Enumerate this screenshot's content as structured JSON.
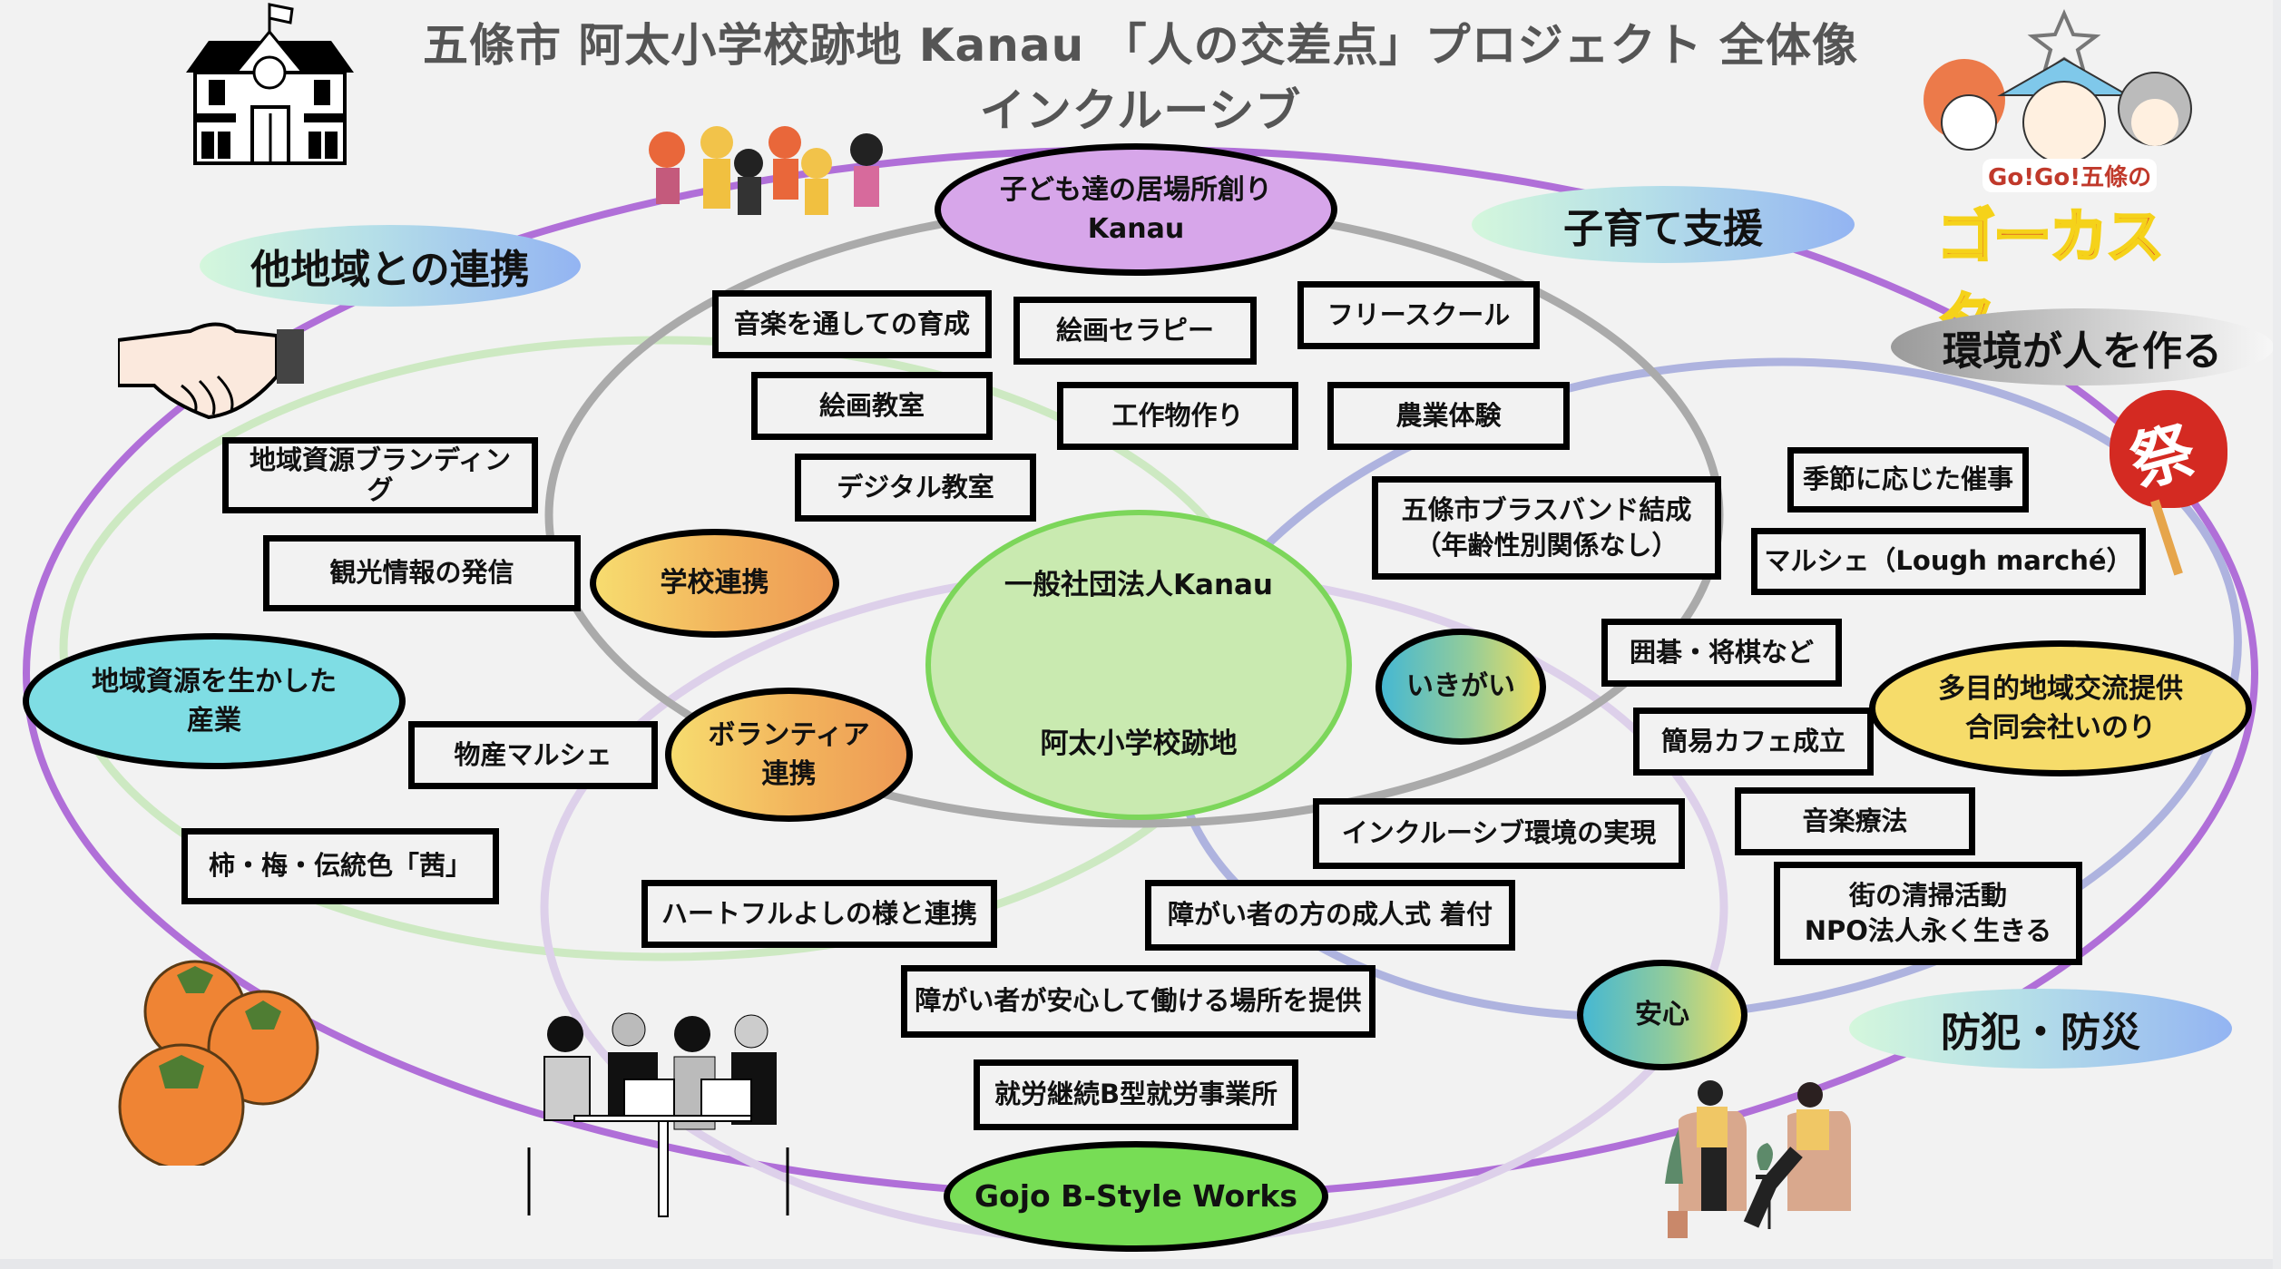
{
  "title": {
    "line1": "五條市 阿太小学校跡地 Kanau 「人の交差点」プロジェクト 全体像",
    "line2": "インクルーシブ"
  },
  "colors": {
    "background": "#f2f2f2",
    "outer_ring": "#b06fd8",
    "gray_ring": "#aaaaaa",
    "green_ring": "#cde9c2",
    "blue_ring": "#aeb3df",
    "lavender_ring": "#ddd0ea",
    "center_fill": "#c9eab0",
    "center_border": "#7cd65a",
    "kodomo_fill": "#d7a6ea",
    "industry_fill": "#7fdde4",
    "iori_fill": "#f6dc6a",
    "gojo_fill": "#77dd55"
  },
  "center": {
    "line1": "一般社団法人Kanau",
    "line2": "阿太小学校跡地"
  },
  "themes": {
    "other_regions": "他地域との連携",
    "child_support": "子育て支援",
    "environment": "環境が人を作る",
    "crime_disaster": "防犯・防災"
  },
  "hubs": {
    "kodomo": "子ども達の居場所創り\nKanau",
    "regional_industry": "地域資源を生かした\n産業",
    "school": "学校連携",
    "volunteer": "ボランティア\n連携",
    "ikigai": "いきがい",
    "iori": "多目的地域交流提供\n合同会社いのり",
    "anshin": "安心",
    "gojo_works": "Gojo B-Style Works"
  },
  "activities": {
    "music_growth": "音楽を通しての育成",
    "art_therapy": "絵画セラピー",
    "free_school": "フリースクール",
    "art_class": "絵画教室",
    "crafts": "工作物作り",
    "farm": "農業体験",
    "digital_class": "デジタル教室",
    "brass_band": "五條市ブラスバンド結成\n（年齢性別関係なし）",
    "seasonal_events": "季節に応じた催事",
    "marche": "マルシェ（Lough marché）",
    "go_shogi": "囲碁・将棋など",
    "cafe": "簡易カフェ成立",
    "music_therapy": "音楽療法",
    "cleanup": "街の清掃活動\nNPO法人永く生きる",
    "inclusive_env": "インクルーシブ環境の実現",
    "coming_of_age": "障がい者の方の成人式 着付",
    "safe_work": "障がい者が安心して働ける場所を提供",
    "type_b": "就労継続B型就労事業所",
    "heartful": "ハートフルよしの様と連携",
    "branding": "地域資源ブランディン\nグ",
    "tourism": "観光情報の発信",
    "products_marche": "物産マルシェ",
    "persimmon": "柿・梅・伝統色「茜」"
  },
  "illustrations": {
    "school_building": "school-building-icon",
    "children": "children-playing-illustration",
    "handshake": "handshake-icon",
    "mascot_logo_text1": "Go!Go!五條の",
    "mascot_logo_text2": "ゴーカスター",
    "festival_fan_char": "祭",
    "persimmons": "persimmons-illustration",
    "meeting": "people-meeting-illustration",
    "conversation": "two-people-talking-illustration"
  }
}
